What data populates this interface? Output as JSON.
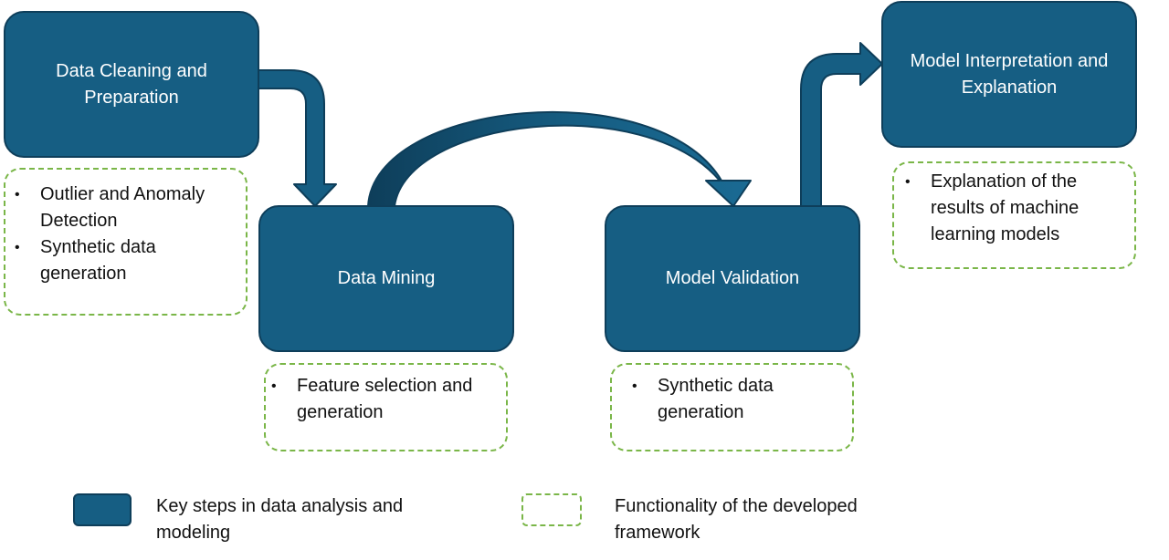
{
  "steps": {
    "cleaning": "Data Cleaning and Preparation",
    "mining": "Data Mining",
    "validation": "Model Validation",
    "interpretation": "Model Interpretation and Explanation"
  },
  "functionality": {
    "cleaning": [
      "Outlier and Anomaly Detection",
      "Synthetic data generation"
    ],
    "mining": [
      "Feature selection and generation"
    ],
    "validation": [
      "Synthetic data generation"
    ],
    "interpretation": [
      "Explanation of the results of machine learning models"
    ]
  },
  "legend": {
    "key_steps": "Key steps in data analysis and modeling",
    "functionality": "Functionality of the developed framework"
  },
  "colors": {
    "step_fill": "#165e83",
    "step_border": "#0e3e5a",
    "func_border": "#7ab648"
  }
}
